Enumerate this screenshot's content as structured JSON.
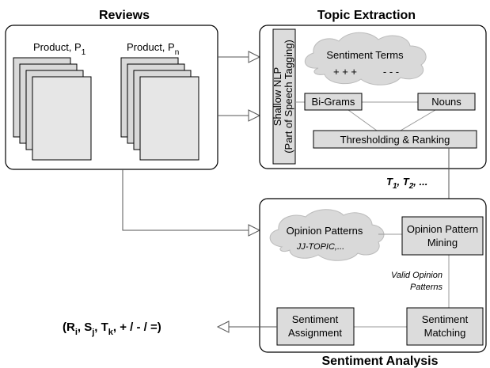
{
  "sections": {
    "reviews": "Reviews",
    "topic_extraction": "Topic Extraction",
    "sentiment_analysis": "Sentiment Analysis"
  },
  "products": {
    "first": {
      "prefix": "Product, P",
      "sub": "1"
    },
    "last": {
      "prefix": "Product, P",
      "sub": "n"
    }
  },
  "topic": {
    "shallow_nlp_line1": "Shallow NLP",
    "shallow_nlp_line2": "(Part of Speech Tagging)",
    "sentiment_terms": "Sentiment Terms",
    "plus_signs": "+ + +",
    "minus_signs": "- - -",
    "bigrams": "Bi-Grams",
    "nouns": "Nouns",
    "thresholding": "Thresholding & Ranking"
  },
  "topics_output": {
    "t1": "T",
    "t1_sub": "1",
    "t2": "T",
    "t2_sub": "2",
    "ellipsis": ", ..."
  },
  "sentiment": {
    "opinion_patterns": "Opinion Patterns",
    "pattern_example": "JJ-TOPIC,...",
    "opinion_mining_line1": "Opinion Pattern",
    "opinion_mining_line2": "Mining",
    "valid_line1": "Valid Opinion",
    "valid_line2": "Patterns",
    "matching_line1": "Sentiment",
    "matching_line2": "Matching",
    "assignment_line1": "Sentiment",
    "assignment_line2": "Assignment"
  },
  "result": {
    "open": "(R",
    "i": "i",
    "s": ", S",
    "j": "j",
    "t": ", T",
    "k": "k",
    "tail": ", + / - / =)"
  }
}
